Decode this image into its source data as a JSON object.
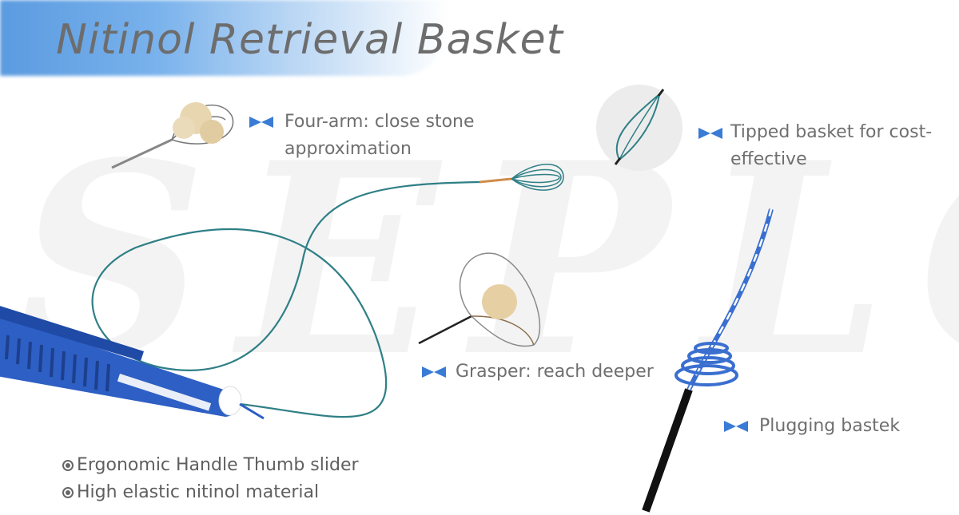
{
  "title": "Nitinol Retrieval Basket",
  "watermark": "SEPLOU",
  "labels": {
    "four_arm": [
      "Four-arm: close stone",
      "approximation"
    ],
    "tipped": [
      "Tipped basket for cost-",
      "effective"
    ],
    "grasper": "Grasper: reach deeper",
    "plugging": "Plugging bastek"
  },
  "features": [
    "Ergonomic Handle Thumb slider",
    "High elastic nitinol material"
  ],
  "colors": {
    "accent_blue": "#2f66c4",
    "bow_icon": "#3a7bd5",
    "text": "#6f6f6f",
    "wire": "#2f7f86"
  }
}
